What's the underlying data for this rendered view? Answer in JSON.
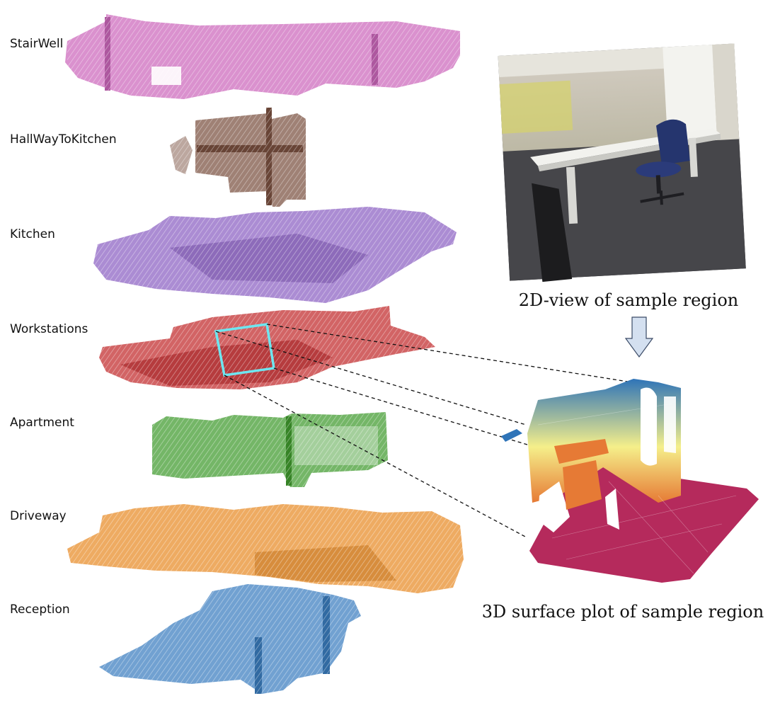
{
  "regions": [
    {
      "id": "stairwell",
      "label": "StairWell",
      "color": "#cc66bb"
    },
    {
      "id": "hallwaytokitchen",
      "label": "HallWayToKitchen",
      "color": "#7a5040"
    },
    {
      "id": "kitchen",
      "label": "Kitchen",
      "color": "#8a5fc2"
    },
    {
      "id": "workstations",
      "label": "Workstations",
      "color": "#c0282a"
    },
    {
      "id": "apartment",
      "label": "Apartment",
      "color": "#3f9a2d"
    },
    {
      "id": "driveway",
      "label": "Driveway",
      "color": "#e88a25"
    },
    {
      "id": "reception",
      "label": "Reception",
      "color": "#3a7dbf"
    }
  ],
  "highlight_color": "#6ee6f0",
  "captions": {
    "view_2d": "2D-view of sample region",
    "view_3d": "3D surface plot of sample region"
  },
  "colors": {
    "surface_floor": "#b52a5c",
    "surface_wall_top": "#2f74b8",
    "surface_wall_mid": "#f5ef8a",
    "surface_wall_low": "#e67a35",
    "arrow_fill": "#d4e0f0",
    "arrow_stroke": "#3a4a66"
  }
}
